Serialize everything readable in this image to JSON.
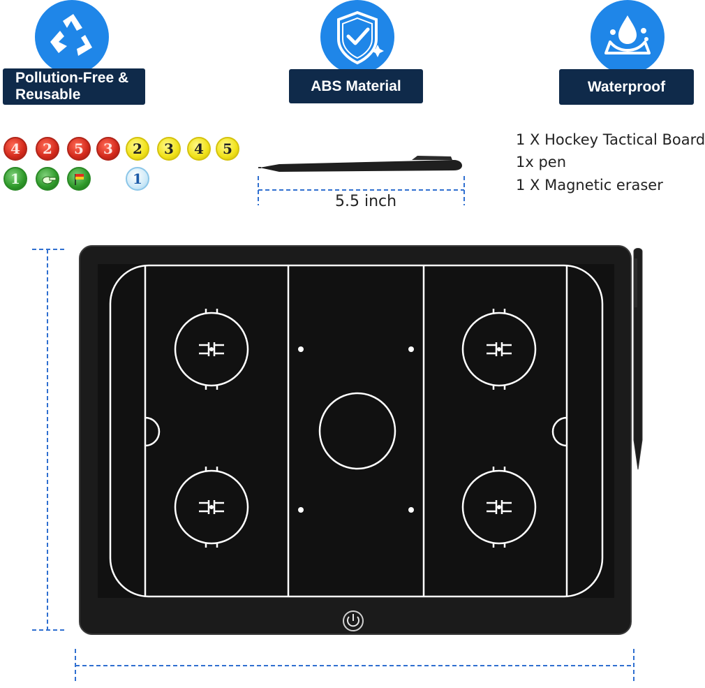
{
  "features": [
    {
      "label": "Pollution-Free &\nReusable",
      "icon": "recycle-icon"
    },
    {
      "label": "ABS Material",
      "icon": "shield-check-icon"
    },
    {
      "label": "Waterproof",
      "icon": "water-drop-icon"
    }
  ],
  "chips": [
    {
      "text": "4",
      "color": "red"
    },
    {
      "text": "2",
      "color": "red"
    },
    {
      "text": "5",
      "color": "red"
    },
    {
      "text": "3",
      "color": "red"
    },
    {
      "text": "2",
      "color": "yellow"
    },
    {
      "text": "3",
      "color": "yellow"
    },
    {
      "text": "4",
      "color": "yellow"
    },
    {
      "text": "5",
      "color": "yellow"
    },
    {
      "text": "1",
      "color": "green"
    },
    {
      "text": "",
      "color": "green"
    },
    {
      "text": "",
      "color": "green"
    },
    {
      "text": "1",
      "color": "blue"
    }
  ],
  "pen": {
    "size_label": "5.5 inch"
  },
  "package_contents": [
    "1 X Hockey Tactical Board",
    "1x pen",
    "1 X Magnetic eraser"
  ],
  "colors": {
    "accent_blue": "#1f86e8",
    "label_navy": "#0f2a4a",
    "dimension_blue": "#2f6fd0",
    "board_black": "#1b1b1b",
    "rink_line": "#ffffff"
  }
}
